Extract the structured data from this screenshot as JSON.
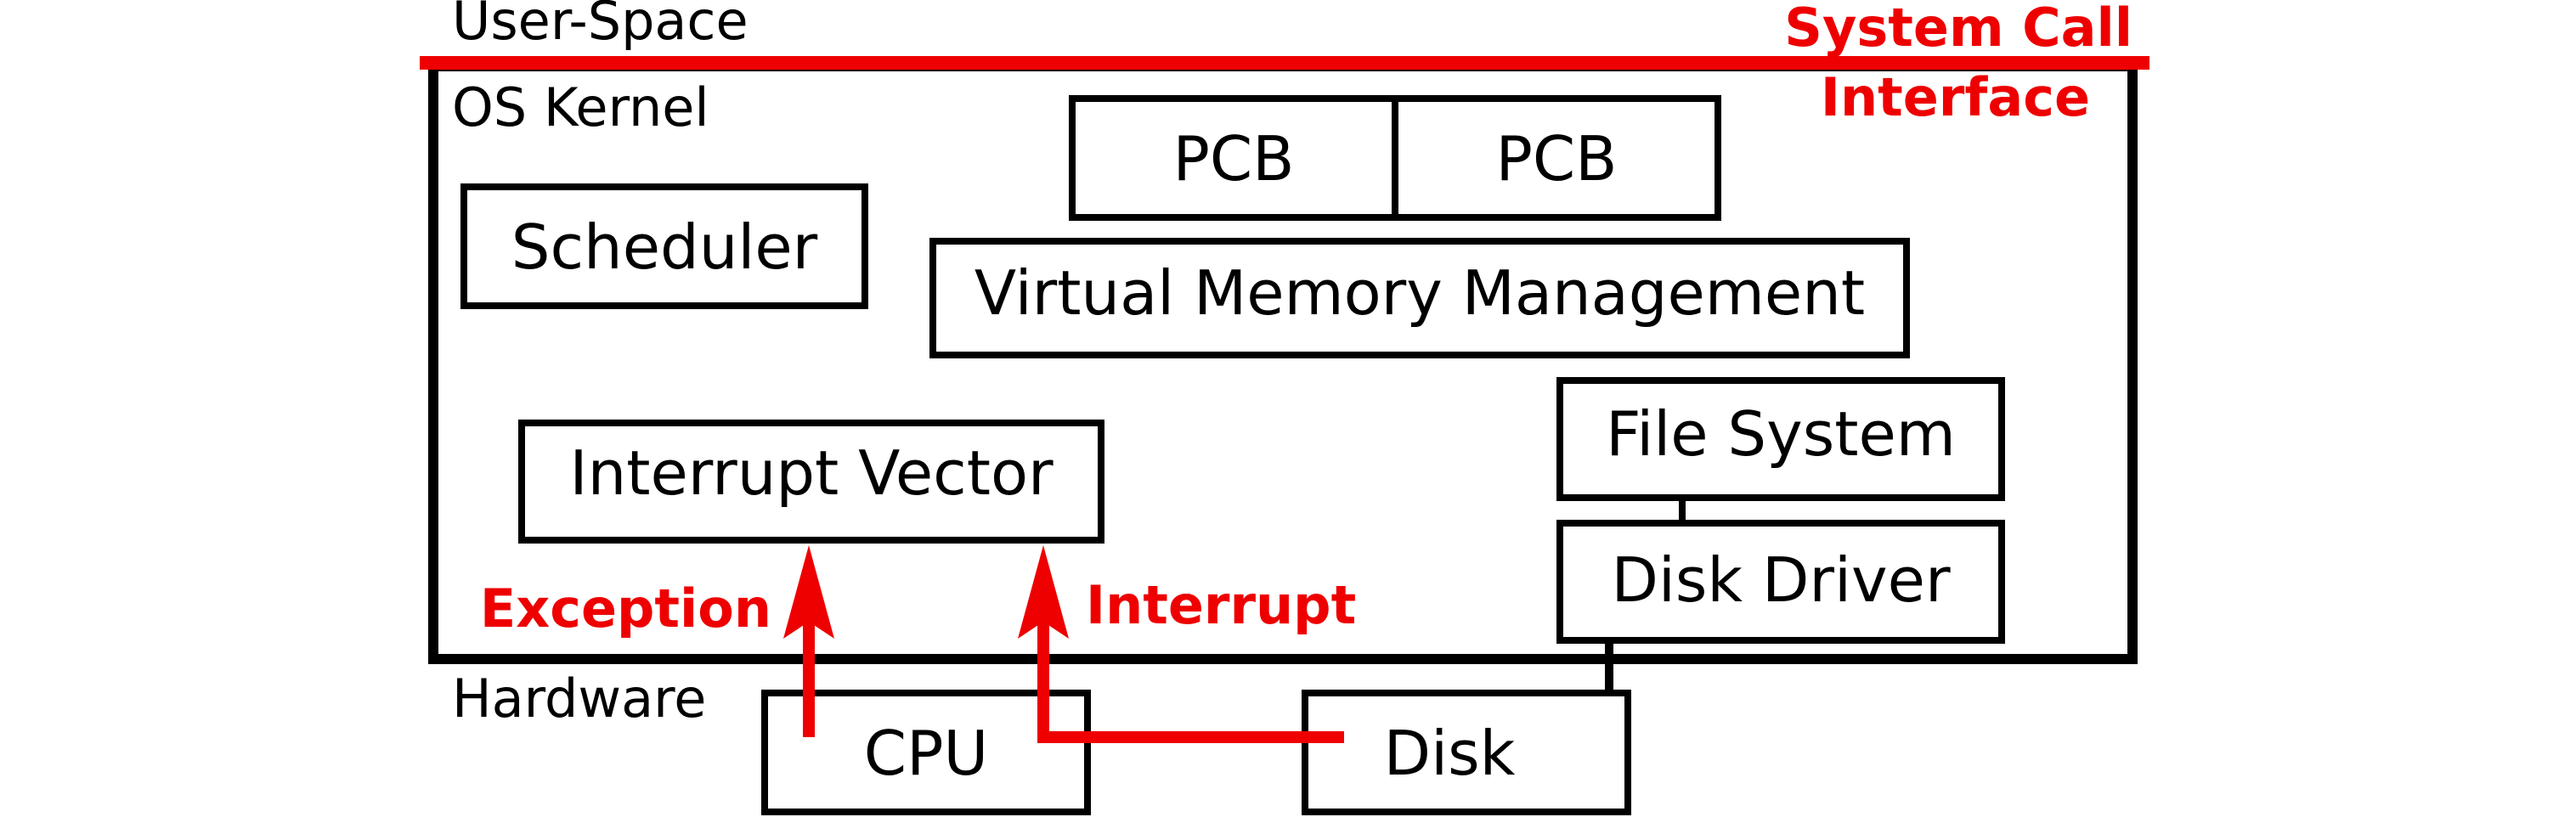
{
  "colors": {
    "accent_red": "#ee0000",
    "stroke": "#000000",
    "background": "#ffffff"
  },
  "regions": {
    "user_space": "User-Space",
    "os_kernel": "OS Kernel",
    "hardware": "Hardware",
    "system_call_line1": "System Call",
    "system_call_line2": "Interface"
  },
  "kernel_components": {
    "pcb_1": "PCB",
    "pcb_2": "PCB",
    "scheduler": "Scheduler",
    "virtual_memory": "Virtual Memory Management",
    "interrupt_vector": "Interrupt Vector",
    "file_system": "File System",
    "disk_driver": "Disk Driver"
  },
  "hardware_components": {
    "cpu": "CPU",
    "disk": "Disk"
  },
  "arrows": {
    "exception": "Exception",
    "interrupt": "Interrupt"
  }
}
